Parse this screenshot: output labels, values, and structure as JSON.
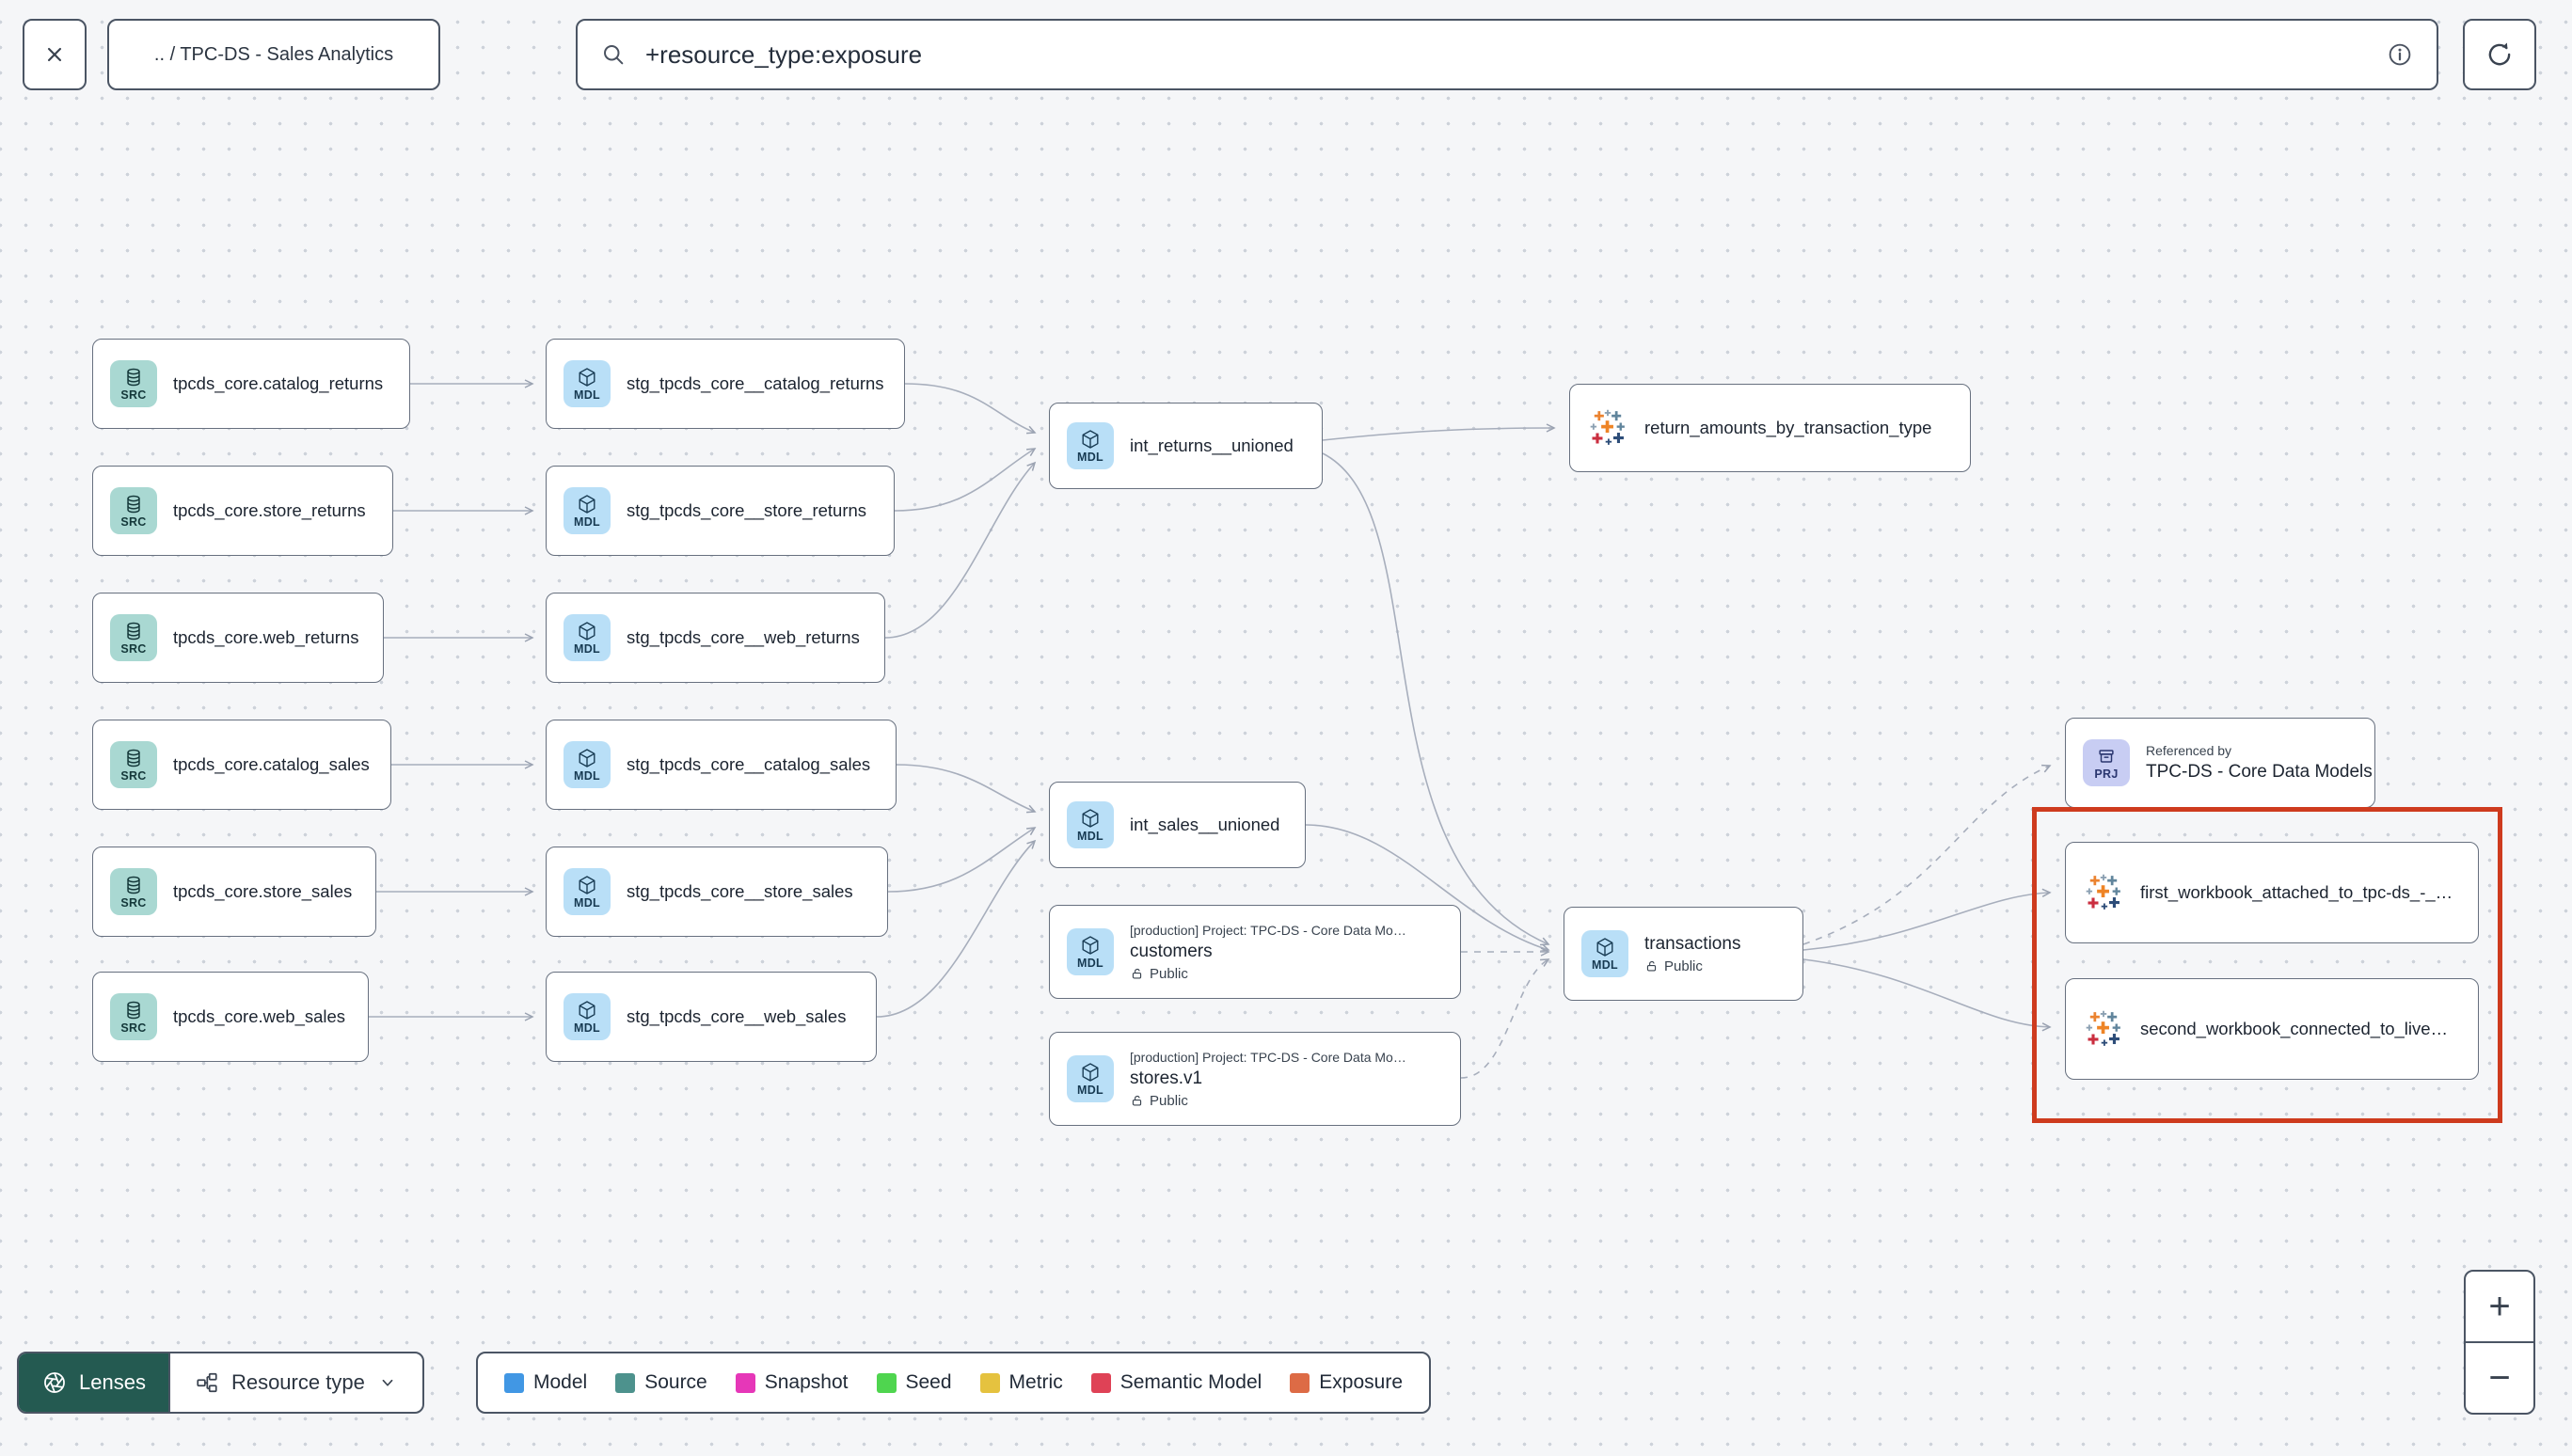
{
  "header": {
    "breadcrumb": ".. / TPC-DS - Sales Analytics",
    "search_value": "+resource_type:exposure"
  },
  "graph": {
    "nodes": [
      {
        "type": "source",
        "icon": "database-icon",
        "icon_label": "SRC",
        "label": "tpcds_core.catalog_returns"
      },
      {
        "type": "source",
        "icon": "database-icon",
        "icon_label": "SRC",
        "label": "tpcds_core.store_returns"
      },
      {
        "type": "source",
        "icon": "database-icon",
        "icon_label": "SRC",
        "label": "tpcds_core.web_returns"
      },
      {
        "type": "source",
        "icon": "database-icon",
        "icon_label": "SRC",
        "label": "tpcds_core.catalog_sales"
      },
      {
        "type": "source",
        "icon": "database-icon",
        "icon_label": "SRC",
        "label": "tpcds_core.store_sales"
      },
      {
        "type": "source",
        "icon": "database-icon",
        "icon_label": "SRC",
        "label": "tpcds_core.web_sales"
      },
      {
        "type": "model",
        "icon": "cube-icon",
        "icon_label": "MDL",
        "label": "stg_tpcds_core__catalog_returns"
      },
      {
        "type": "model",
        "icon": "cube-icon",
        "icon_label": "MDL",
        "label": "stg_tpcds_core__store_returns"
      },
      {
        "type": "model",
        "icon": "cube-icon",
        "icon_label": "MDL",
        "label": "stg_tpcds_core__web_returns"
      },
      {
        "type": "model",
        "icon": "cube-icon",
        "icon_label": "MDL",
        "label": "stg_tpcds_core__catalog_sales"
      },
      {
        "type": "model",
        "icon": "cube-icon",
        "icon_label": "MDL",
        "label": "stg_tpcds_core__store_sales"
      },
      {
        "type": "model",
        "icon": "cube-icon",
        "icon_label": "MDL",
        "label": "stg_tpcds_core__web_sales"
      },
      {
        "type": "model",
        "icon": "cube-icon",
        "icon_label": "MDL",
        "label": "int_returns__unioned"
      },
      {
        "type": "model",
        "icon": "cube-icon",
        "icon_label": "MDL",
        "label": "int_sales__unioned"
      },
      {
        "type": "model",
        "icon": "cube-icon",
        "icon_label": "MDL",
        "project_label": "[production] Project: TPC-DS - Core Data Mo…",
        "label": "customers",
        "access": "Public"
      },
      {
        "type": "model",
        "icon": "cube-icon",
        "icon_label": "MDL",
        "project_label": "[production] Project: TPC-DS - Core Data Mo…",
        "label": "stores.v1",
        "access": "Public"
      },
      {
        "type": "model",
        "icon": "cube-icon",
        "icon_label": "MDL",
        "label": "transactions",
        "access": "Public"
      },
      {
        "type": "project",
        "icon": "archive-icon",
        "icon_label": "PRJ",
        "title": "Referenced by",
        "label": "TPC-DS - Core Data Models"
      },
      {
        "type": "exposure",
        "icon": "tableau-icon",
        "label": "return_amounts_by_transaction_type"
      },
      {
        "type": "exposure",
        "icon": "tableau-icon",
        "label": "first_workbook_attached_to_tpc-ds_-_…"
      },
      {
        "type": "exposure",
        "icon": "tableau-icon",
        "label": "second_workbook_connected_to_live…"
      }
    ]
  },
  "footer": {
    "lenses_label": "Lenses",
    "resource_type_label": "Resource type",
    "legend": [
      {
        "label": "Model",
        "color": "#4197e4"
      },
      {
        "label": "Source",
        "color": "#4d928d"
      },
      {
        "label": "Snapshot",
        "color": "#e637b8"
      },
      {
        "label": "Seed",
        "color": "#4fd54f"
      },
      {
        "label": "Metric",
        "color": "#e5c23f"
      },
      {
        "label": "Semantic Model",
        "color": "#df4256"
      },
      {
        "label": "Exposure",
        "color": "#dd6b45"
      }
    ]
  },
  "zoom_controls": {
    "zoom_in": "+",
    "zoom_out": "−"
  },
  "highlight_color": "#ce3b1e"
}
